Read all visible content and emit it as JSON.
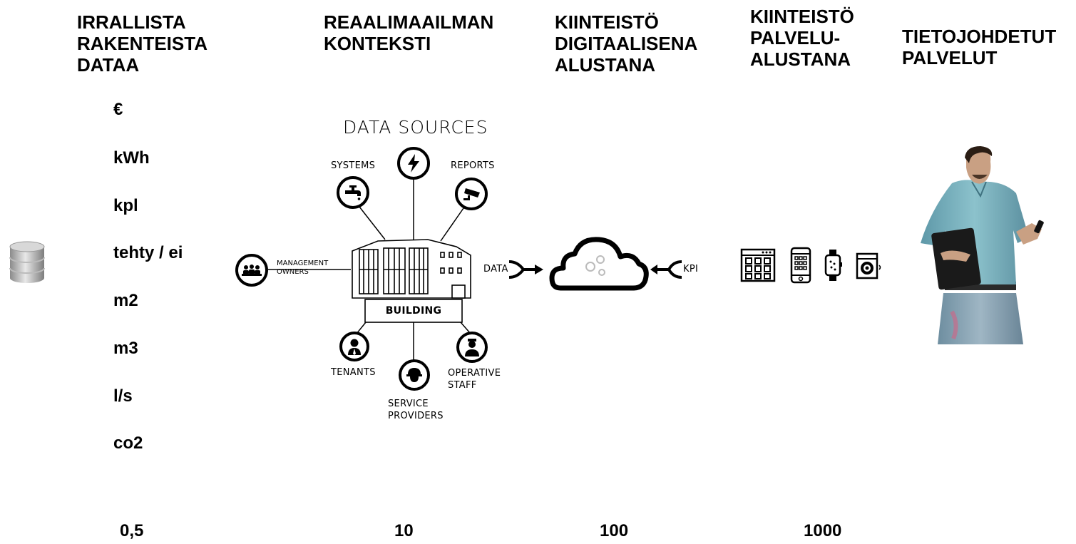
{
  "columns": [
    {
      "heading": [
        "IRRALLISTA",
        "RAKENTEISTA",
        "DATAA"
      ],
      "multiplier": "0,5"
    },
    {
      "heading": [
        "REAALIMAAILMAN",
        "KONTEKSTI"
      ],
      "multiplier": "10"
    },
    {
      "heading": [
        "KIINTEISTÖ",
        "DIGITAALISENA",
        "ALUSTANA"
      ],
      "multiplier": "100"
    },
    {
      "heading": [
        "KIINTEISTÖ",
        "PALVELU-",
        "ALUSTANA"
      ],
      "multiplier": "1000"
    },
    {
      "heading": [
        "TIETOJOHDETUT",
        "PALVELUT"
      ]
    }
  ],
  "units": [
    "€",
    "kWh",
    "kpl",
    "tehty / ei",
    "m2",
    "m3",
    "l/s",
    "co2"
  ],
  "diagram": {
    "title": "DATA SOURCES",
    "building": "BUILDING",
    "systems": "SYSTEMS",
    "reports": "REPORTS",
    "management": [
      "MANAGEMENT",
      "OWNERS"
    ],
    "tenants": "TENANTS",
    "service_providers": [
      "SERVICE",
      "PROVIDERS"
    ],
    "operative_staff": [
      "OPERATIVE",
      "STAFF"
    ],
    "data_label": "DATA",
    "kpi_label": "KPI"
  },
  "icons": [
    "database-icon",
    "lightning-icon",
    "faucet-icon",
    "cctv-camera-icon",
    "people-meeting-icon",
    "tenant-person-icon",
    "hardhat-worker-icon",
    "staff-person-icon",
    "cloud-gears-icon",
    "tablet-grid-icon",
    "phone-icon",
    "smartwatch-icon",
    "washing-machine-icon",
    "man-with-phone-photo"
  ]
}
